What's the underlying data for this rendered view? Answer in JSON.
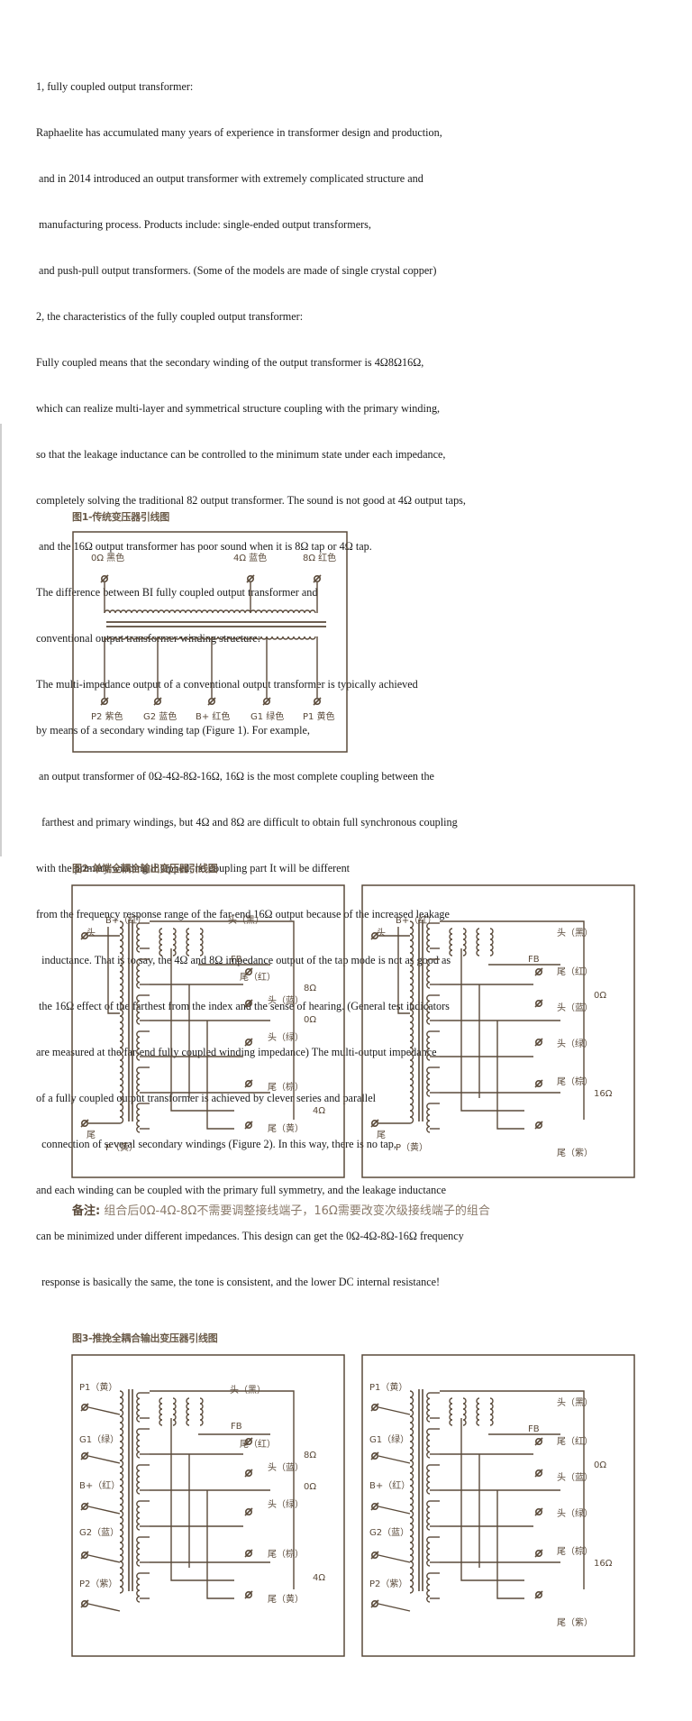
{
  "intro_lines": [
    "1, fully coupled output transformer:",
    "Raphaelite has accumulated many years of experience in transformer design and production,",
    " and in 2014 introduced an output transformer with extremely complicated structure and",
    " manufacturing process. Products include: single-ended output transformers,",
    " and push-pull output transformers. (Some of the models are made of single crystal copper)",
    "2, the characteristics of the fully coupled output transformer:",
    "Fully coupled means that the secondary winding of the output transformer is 4Ω8Ω16Ω,",
    "which can realize multi-layer and symmetrical structure coupling with the primary winding,",
    "so that the leakage inductance can be controlled to the minimum state under each impedance,",
    "completely solving the traditional 82 output transformer. The sound is not good at 4Ω output taps,",
    " and the 16Ω output transformer has poor sound when it is 8Ω tap or 4Ω tap.",
    "The difference between BI fully coupled output transformer and",
    "conventional output transformer winding structure:",
    "The multi-impedance output of a conventional output transformer is typically achieved",
    "by means of a secondary winding tap (Figure 1). For example,",
    " an output transformer of 0Ω-4Ω-8Ω-16Ω, 16Ω is the most complete coupling between the",
    "  farthest and primary windings, but 4Ω and 8Ω are difficult to obtain full synchronous coupling",
    "with the primary winding if tapped, no coupling part It will be different",
    "from the frequency response range of the far-end 16Ω output because of the increased leakage",
    "  inductance. That is to say, the 4Ω and 8Ω impedance output of the tap mode is not as good as",
    " the 16Ω effect of the farthest from the index and the sense of hearing. (General test indicators",
    "are measured at the far-end fully coupled winding impedance) The multi-output impedance",
    "of a fully coupled output transformer is achieved by clever series and parallel",
    "  connection of several secondary windings (Figure 2). In this way, there is no tap,",
    "and each winding can be coupled with the primary full symmetry, and the leakage inductance",
    "can be minimized under different impedances. This design can get the 0Ω-4Ω-8Ω-16Ω frequency",
    "  response is basically the same, the tone is consistent, and the lower DC internal resistance!"
  ],
  "fig1": {
    "title": "图1-传统变压器引线图",
    "top_labels": [
      "0Ω 黑色",
      "4Ω 蓝色",
      "8Ω 红色"
    ],
    "bottom_labels": [
      "P2 紫色",
      "G2 蓝色",
      "B+ 红色",
      "G1 绿色",
      "P1 黄色"
    ]
  },
  "fig2": {
    "title": "图2-单端全耦合输出变压器引线图",
    "left": {
      "bplus": "B+（红）",
      "head_left": "头",
      "tail_left": "尾",
      "p_yellow": "P（黄）",
      "head_black": "头（黑）",
      "fb": "FB",
      "tail_red": "尾（红）",
      "ohm8": "8Ω",
      "head_blue": "头（蓝）",
      "ohm0": "0Ω",
      "head_green": "头（绿）",
      "tail_brown": "尾（棕）",
      "ohm4": "4Ω",
      "tail_yellow": "尾（黄）"
    },
    "right": {
      "bplus": "B+（红）",
      "head_left": "头",
      "tail_left": "尾",
      "p_yellow": "P（黄）",
      "head_black": "头（黑）",
      "fb": "FB",
      "tail_red": "尾（红）",
      "ohm0": "0Ω",
      "head_blue": "头（蓝）",
      "head_green": "头（绿）",
      "tail_brown": "尾（棕）",
      "ohm16": "16Ω",
      "tail_purple": "尾（紫）"
    }
  },
  "note": {
    "label": "备注:",
    "text": "组合后0Ω-4Ω-8Ω不需要调整接线端子，16Ω需要改变次级接线端子的组合"
  },
  "fig3": {
    "title": "图3-推挽全耦合输出变压器引线图",
    "left": {
      "p1": "P1（黄）",
      "g1": "G1（绿）",
      "bplus": "B+（红）",
      "g2": "G2（蓝）",
      "p2": "P2（紫）",
      "head_black": "头（黑）",
      "fb": "FB",
      "tail_red": "尾（红）",
      "ohm8": "8Ω",
      "head_blue": "头（蓝）",
      "ohm0": "0Ω",
      "head_green": "头（绿）",
      "tail_brown": "尾（棕）",
      "ohm4": "4Ω",
      "tail_yellow": "尾（黄）"
    },
    "right": {
      "p1": "P1（黄）",
      "g1": "G1（绿）",
      "bplus": "B+（红）",
      "g2": "G2（蓝）",
      "p2": "P2（紫）",
      "head_black": "头（黑）",
      "fb": "FB",
      "tail_red": "尾（红）",
      "ohm0": "0Ω",
      "head_blue": "头（蓝）",
      "head_green": "头（绿）",
      "tail_brown": "尾（棕）",
      "ohm16": "16Ω",
      "tail_purple": "尾（紫）"
    }
  }
}
